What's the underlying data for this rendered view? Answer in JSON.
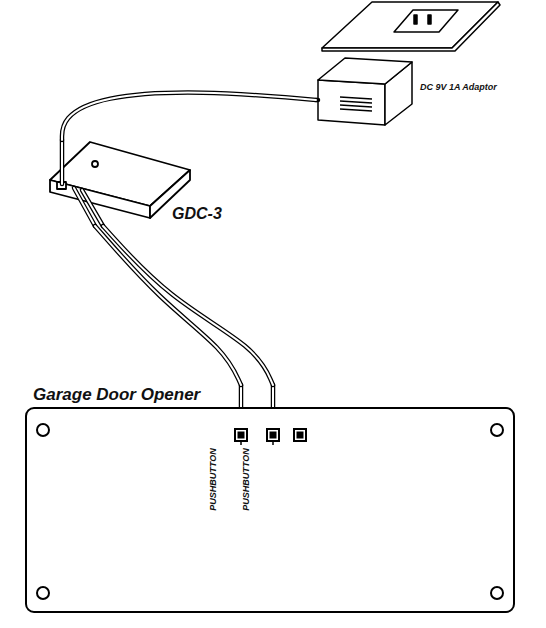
{
  "diagram": {
    "nodes": [
      {
        "text": [
          "DC 9V 1A Adaptor"
        ]
      },
      {
        "text": [
          "GDC-3"
        ]
      },
      {
        "text": [
          "Garage Door Opener"
        ]
      }
    ],
    "edges": [
      {
        "from": 0,
        "to": 1,
        "arrow": "none"
      },
      {
        "from": 1,
        "to": 2,
        "arrow": "none"
      },
      {
        "from": 1,
        "to": 2,
        "arrow": "none"
      }
    ],
    "labels": [
      "PUSHBUTTON",
      "PUSHBUTTON"
    ]
  }
}
